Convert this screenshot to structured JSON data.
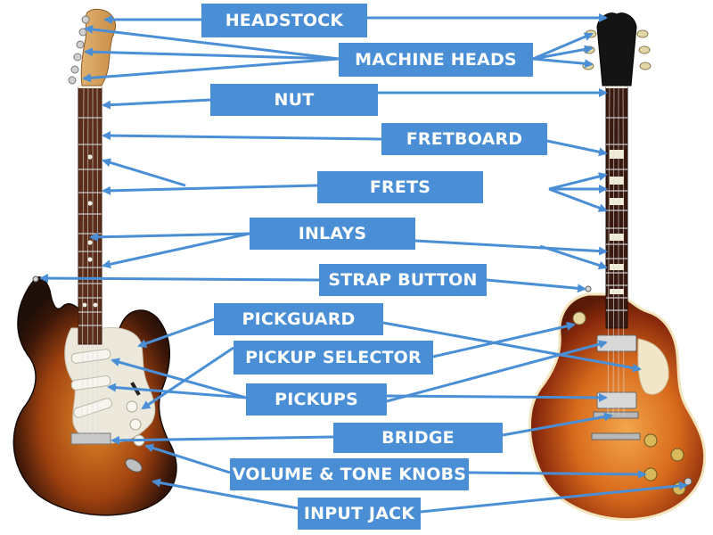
{
  "colors": {
    "label_bg": "#4a8fd6",
    "arrow": "#4a8fd6",
    "strat_burst_center": "#e08a2a",
    "strat_burst_edge": "#1e0f08",
    "lp_burst_center": "#f3a64a",
    "lp_burst_edge": "#5a1a08",
    "pickguard": "#ece8dc",
    "fretboard": "#5a2e1a"
  },
  "guitars": [
    {
      "name": "left-guitar",
      "icon": "stratocaster-guitar-icon"
    },
    {
      "name": "right-guitar",
      "icon": "les-paul-guitar-icon"
    }
  ],
  "labels": [
    {
      "id": "headstock",
      "text": "HEADSTOCK"
    },
    {
      "id": "machine_heads",
      "text": "MACHINE HEADS"
    },
    {
      "id": "nut",
      "text": "NUT"
    },
    {
      "id": "fretboard",
      "text": "FRETBOARD"
    },
    {
      "id": "frets",
      "text": "FRETS"
    },
    {
      "id": "inlays",
      "text": "INLAYS"
    },
    {
      "id": "strap_button",
      "text": "STRAP BUTTON"
    },
    {
      "id": "pickguard",
      "text": "PICKGUARD"
    },
    {
      "id": "pickup_selector",
      "text": "PICKUP SELECTOR"
    },
    {
      "id": "pickups",
      "text": "PICKUPS"
    },
    {
      "id": "bridge",
      "text": "BRIDGE"
    },
    {
      "id": "volume_tone_knobs",
      "text": "VOLUME & TONE KNOBS"
    },
    {
      "id": "input_jack",
      "text": "INPUT JACK"
    }
  ]
}
